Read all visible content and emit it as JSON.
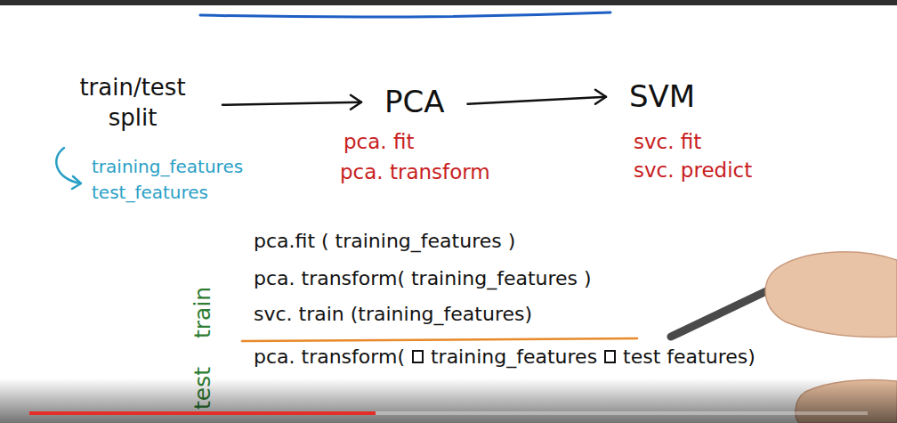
{
  "diagram": {
    "nodes": [
      {
        "text": [
          "train/test split"
        ]
      },
      {
        "text": [
          "PCA"
        ]
      },
      {
        "text": [
          "SVM"
        ]
      }
    ],
    "edges": [
      {
        "from": 0,
        "to": 1,
        "arrow": "to"
      },
      {
        "from": 1,
        "to": 2,
        "arrow": "to"
      }
    ],
    "labels": [
      "pca. fit",
      "pca. transform",
      "svc. fit",
      "svc. predict",
      "training_features",
      "test_features",
      "train",
      "test",
      "pca.fit ( training_features )",
      "pca. transform( training_features )",
      "svc. train (training_features)",
      "pca. transform(",
      "training_features",
      "test features)"
    ]
  }
}
